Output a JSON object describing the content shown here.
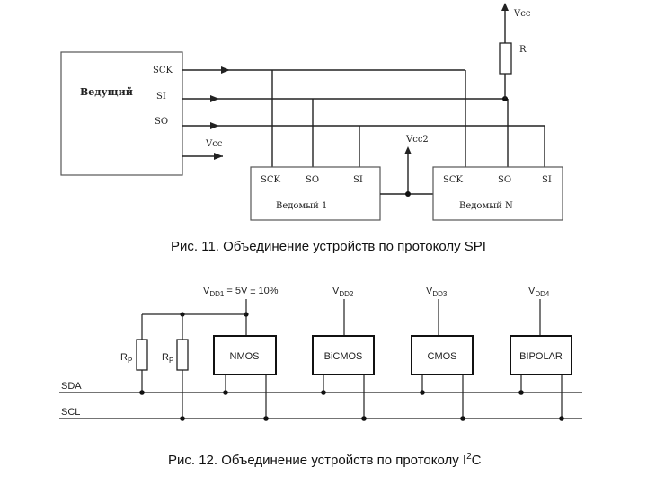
{
  "spi": {
    "master": "Ведущий",
    "sck": "SCK",
    "si": "SI",
    "so": "SO",
    "vcc_in": "Vcc",
    "vcc_top": "Vcc",
    "resistor": "R",
    "vcc2": "Vcc2",
    "slave1": {
      "sck": "SCK",
      "so": "SO",
      "si": "SI",
      "name": "Ведомый 1"
    },
    "slaveN": {
      "sck": "SCK",
      "so": "SO",
      "si": "SI",
      "name": "Ведомый N"
    },
    "caption": "Рис. 11. Объединение устройств по протоколу SPI"
  },
  "i2c": {
    "vdd1": "V",
    "vdd1_sub": "DD1",
    "vdd1_rest": " = 5V ± 10%",
    "vdd2": "V",
    "vdd2_sub": "DD2",
    "vdd3": "V",
    "vdd3_sub": "DD3",
    "vdd4": "V",
    "vdd4_sub": "DD4",
    "rp1": "R",
    "rp1_sub": "P",
    "rp2": "R",
    "rp2_sub": "P",
    "nmos": "NMOS",
    "bicmos": "BiCMOS",
    "cmos": "CMOS",
    "bipolar": "BIPOLAR",
    "sda": "SDA",
    "scl": "SCL",
    "caption_main": "Рис. 12. Объединение устройств по протоколу I",
    "caption_sup": "2",
    "caption_end": "C"
  }
}
